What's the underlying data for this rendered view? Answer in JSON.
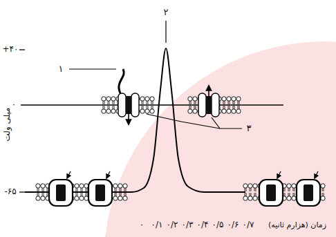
{
  "diagram": {
    "labels": [
      "۱",
      "۲",
      "۳",
      "+۴۰",
      "۰",
      "-۶۵",
      "میلی ولت",
      "۰",
      "۰/۱",
      "۰/۲",
      "۰/۳",
      "۰/۴",
      "۰/۵",
      "۰/۶",
      "۰/۷",
      "زمان (هزارم ثانیه)"
    ]
  }
}
